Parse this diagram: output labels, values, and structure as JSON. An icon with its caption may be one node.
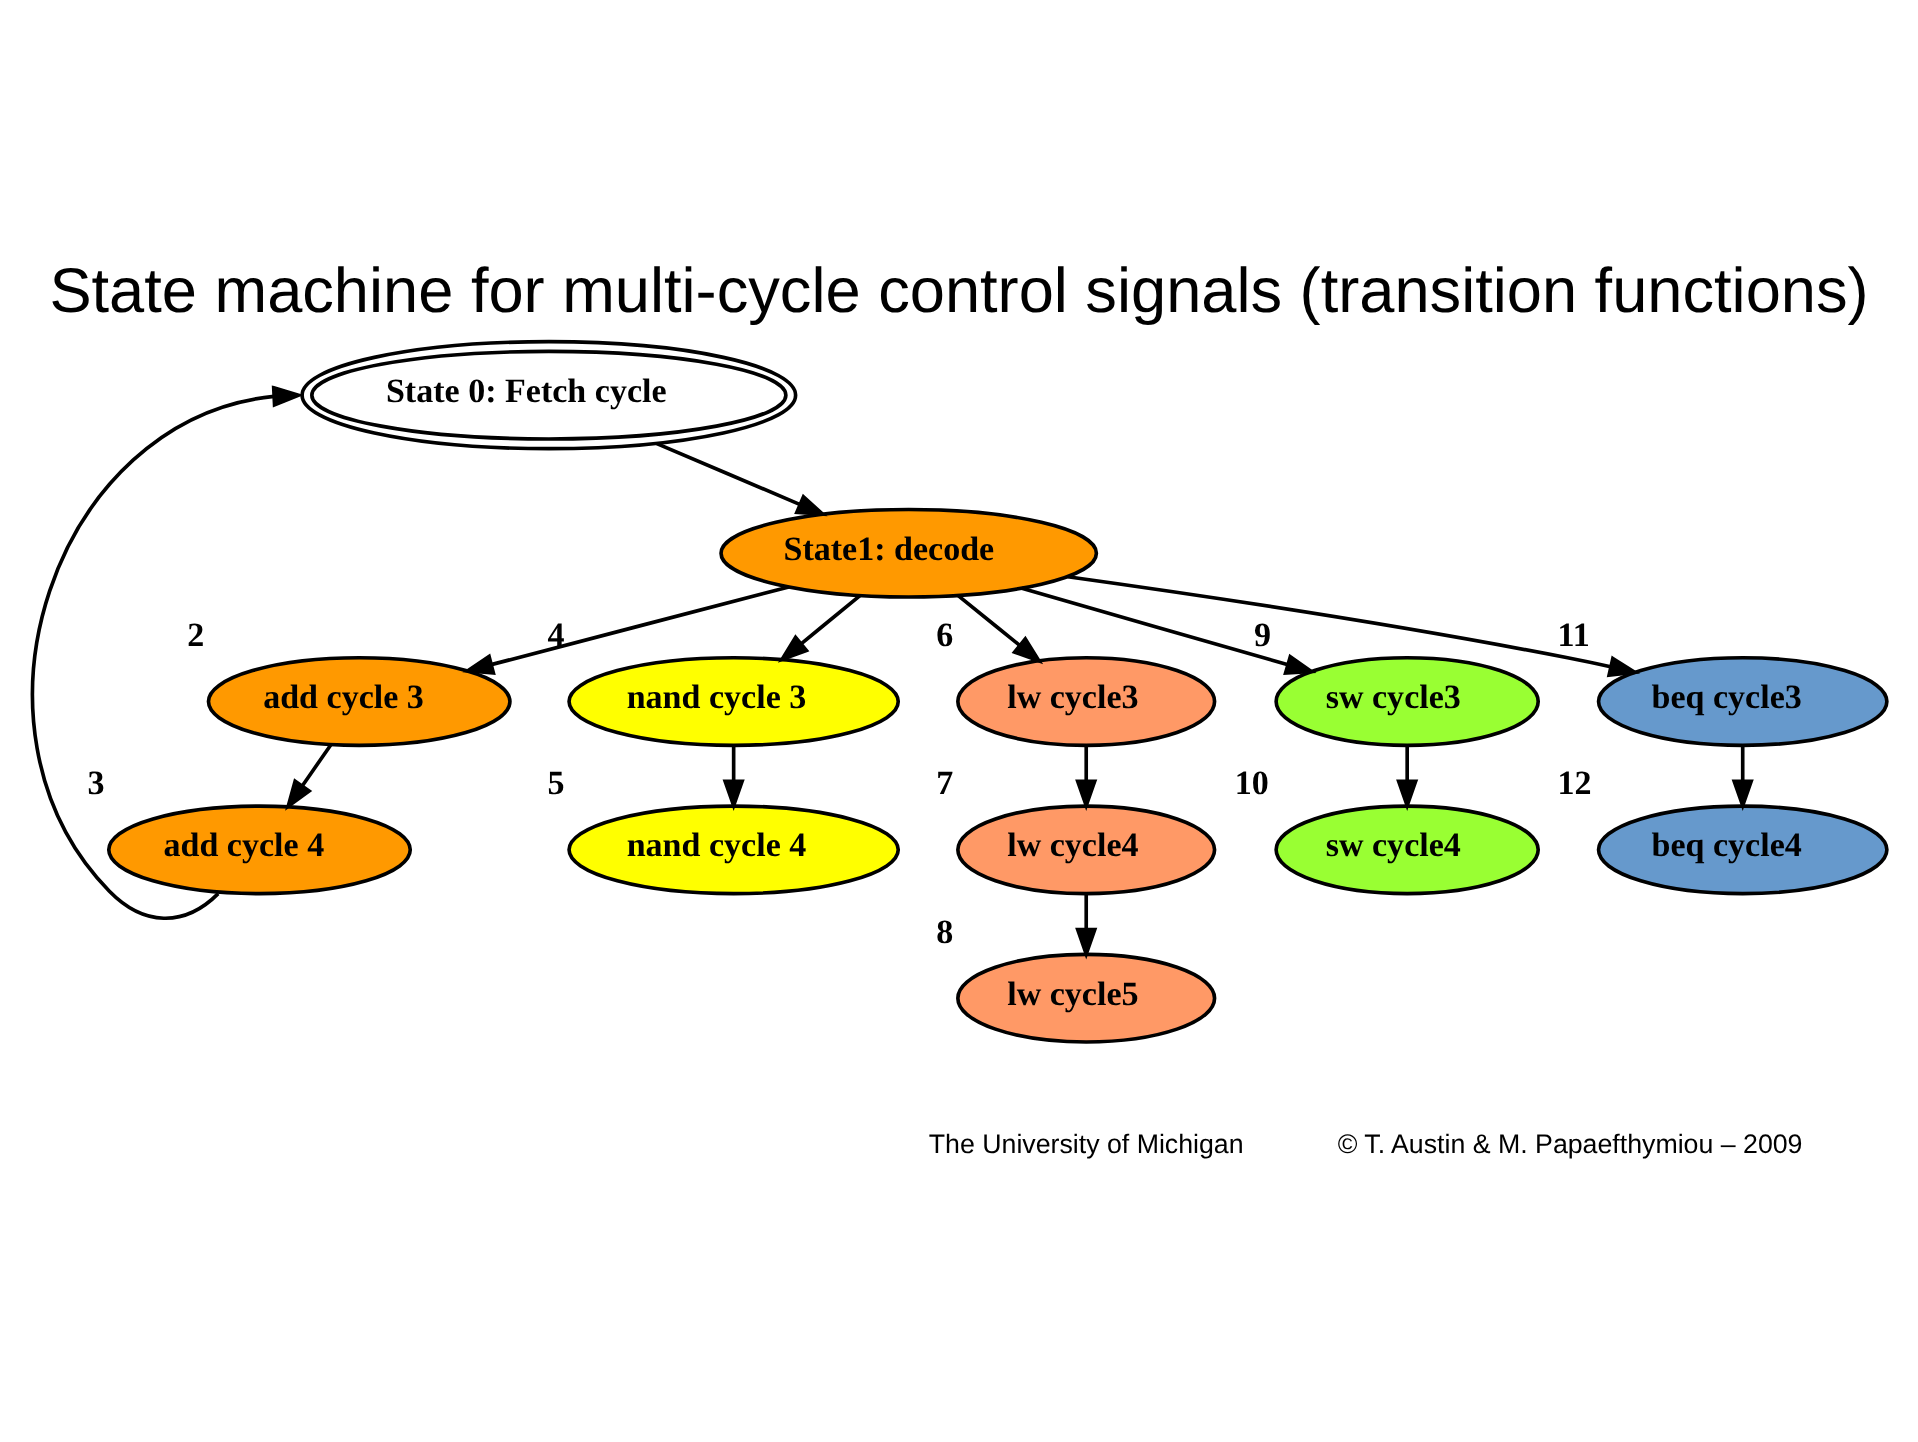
{
  "diagram": {
    "title": "State machine for multi-cycle control signals (transition functions)",
    "nodes": [
      {
        "text": [
          "State 0: Fetch cycle"
        ]
      },
      {
        "text": [
          "State1: decode"
        ]
      },
      {
        "text": [
          "add cycle 3"
        ],
        "beside": [
          "2"
        ]
      },
      {
        "text": [
          "add cycle 4"
        ],
        "beside": [
          "3"
        ]
      },
      {
        "text": [
          "nand cycle 3"
        ],
        "beside": [
          "4"
        ]
      },
      {
        "text": [
          "nand cycle 4"
        ],
        "beside": [
          "5"
        ]
      },
      {
        "text": [
          "lw cycle3"
        ],
        "beside": [
          "6"
        ]
      },
      {
        "text": [
          "lw cycle4"
        ],
        "beside": [
          "7"
        ]
      },
      {
        "text": [
          "lw cycle5"
        ],
        "beside": [
          "8"
        ]
      },
      {
        "text": [
          "sw cycle3"
        ],
        "beside": [
          "9"
        ]
      },
      {
        "text": [
          "sw cycle4"
        ],
        "beside": [
          "10"
        ]
      },
      {
        "text": [
          "beq cycle3"
        ],
        "beside": [
          "11"
        ]
      },
      {
        "text": [
          "beq cycle4"
        ],
        "beside": [
          "12"
        ]
      }
    ],
    "edges": [
      {
        "from": 0,
        "to": 1,
        "arrow": "to"
      },
      {
        "from": 1,
        "to": 2,
        "arrow": "to"
      },
      {
        "from": 1,
        "to": 4,
        "arrow": "to"
      },
      {
        "from": 1,
        "to": 6,
        "arrow": "to"
      },
      {
        "from": 1,
        "to": 9,
        "arrow": "to"
      },
      {
        "from": 1,
        "to": 11,
        "arrow": "to"
      },
      {
        "from": 2,
        "to": 3,
        "arrow": "to"
      },
      {
        "from": 4,
        "to": 5,
        "arrow": "to"
      },
      {
        "from": 6,
        "to": 7,
        "arrow": "to"
      },
      {
        "from": 7,
        "to": 8,
        "arrow": "to"
      },
      {
        "from": 9,
        "to": 10,
        "arrow": "to"
      },
      {
        "from": 11,
        "to": 12,
        "arrow": "to"
      },
      {
        "from": 3,
        "to": 0,
        "arrow": "to"
      }
    ],
    "labels": [
      "The University of Michigan",
      "© T. Austin & M. Papaefthymiou – 2009"
    ]
  }
}
